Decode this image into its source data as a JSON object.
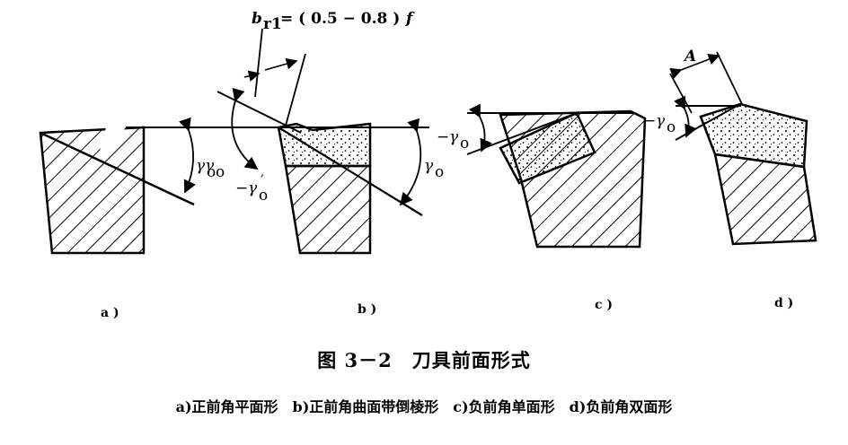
{
  "annotations": {
    "b_r1_formula": "b",
    "b_r1_sub": "r1",
    "b_r1_eq": "= ( 0.5 − 0.8 )",
    "b_r1_f": "f",
    "gamma": "γ",
    "gamma_sub": "o",
    "neg": "−",
    "gamma_prime_sub": "o",
    "gamma_prime_mark": "′",
    "A_label": "A"
  },
  "subfigures": {
    "a_label": "a )",
    "b_label": "b )",
    "c_label": "c )",
    "d_label": "d )"
  },
  "caption": {
    "title": "图 3－2　刀具前面形式",
    "subtitle": "a)正前角平面形　b)正前角曲面带倒棱形　c)负前角单面形　d)负前角双面形"
  }
}
